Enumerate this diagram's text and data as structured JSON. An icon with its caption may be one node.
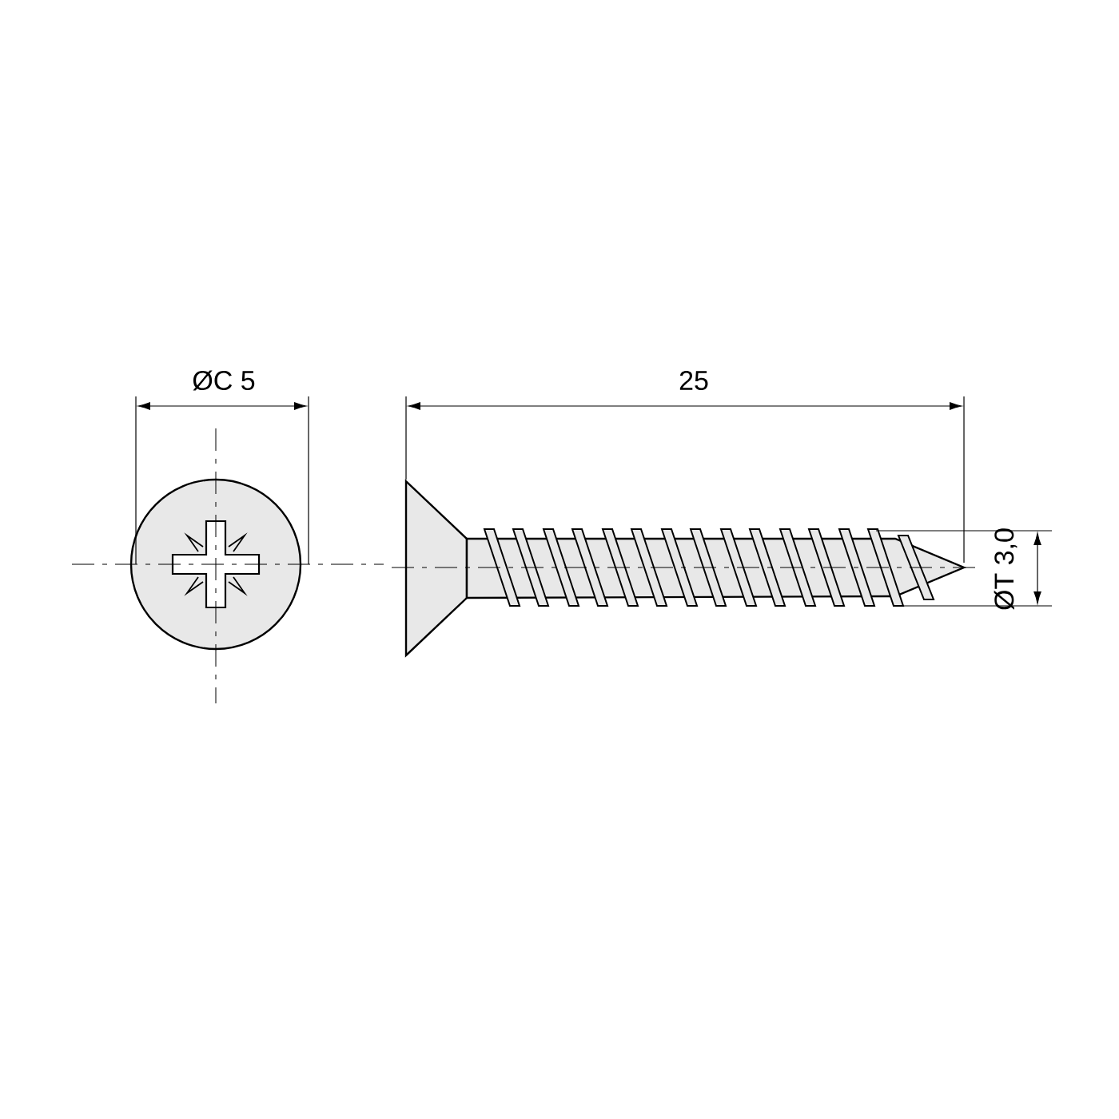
{
  "diagram": {
    "labels": [
      "ØC 5",
      "25",
      "ØT 3,0"
    ]
  }
}
